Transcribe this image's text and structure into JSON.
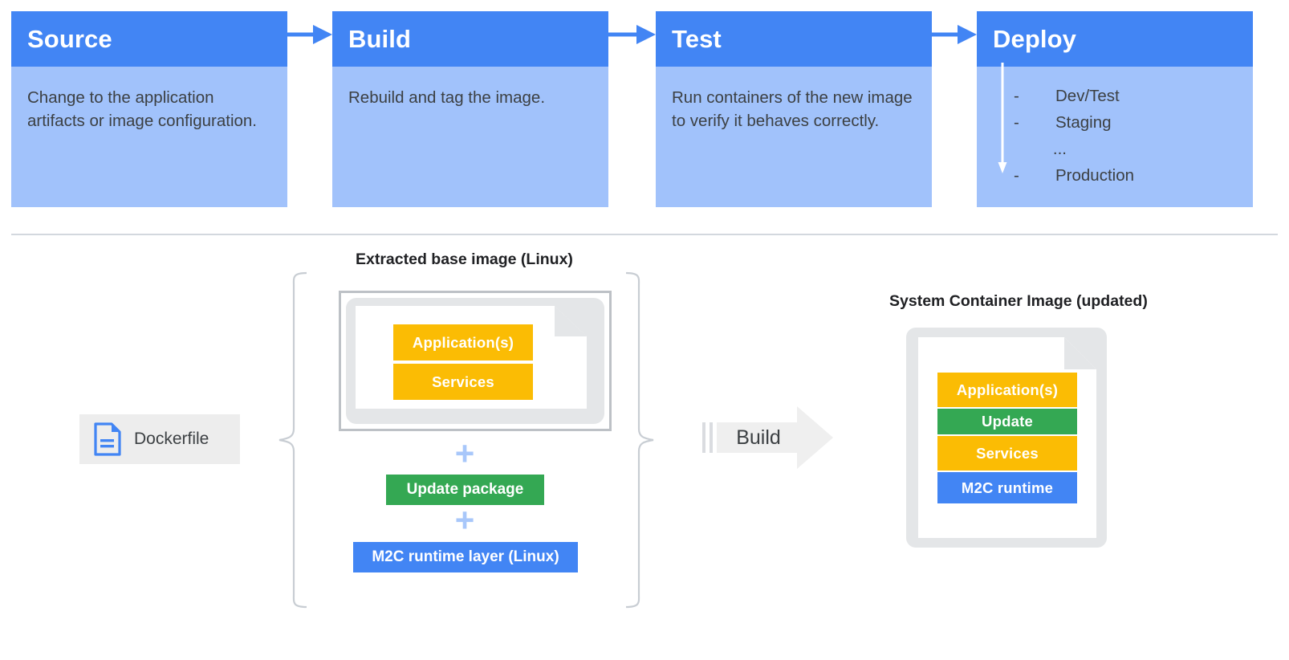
{
  "pipeline": {
    "cards": [
      {
        "title": "Source",
        "text": "Change to the application artifacts or image configuration."
      },
      {
        "title": "Build",
        "text": "Rebuild and tag the image."
      },
      {
        "title": "Test",
        "text": "Run containers of the new image to verify it behaves correctly."
      },
      {
        "title": "Deploy",
        "text": ""
      }
    ],
    "deploy_items": [
      {
        "marker": "-",
        "label": "Dev/Test"
      },
      {
        "marker": "-",
        "label": "Staging"
      },
      {
        "marker": "...",
        "label": ""
      },
      {
        "marker": "-",
        "label": "Production"
      }
    ]
  },
  "diagram": {
    "left_caption": "Extracted base image (Linux)",
    "right_caption": "System Container Image (updated)",
    "dockerfile_label": "Dockerfile",
    "build_label": "Build",
    "base_layers": [
      {
        "label": "Application(s)",
        "color": "#FBBC04"
      },
      {
        "label": "Services",
        "color": "#FBBC04"
      }
    ],
    "addends": [
      {
        "label": "Update package",
        "color": "#34A853"
      },
      {
        "label": "M2C runtime layer (Linux)",
        "color": "#4285F4"
      }
    ],
    "plus_symbol": "+",
    "result_layers": [
      {
        "label": "Application(s)",
        "color": "#FBBC04"
      },
      {
        "label": "Update",
        "color": "#34A853"
      },
      {
        "label": "Services",
        "color": "#FBBC04"
      },
      {
        "label": "M2C runtime",
        "color": "#4285F4"
      }
    ]
  },
  "colors": {
    "header_blue": "#4285F4",
    "body_blue": "#A1C2FB",
    "yellow": "#FBBC04",
    "green": "#34A853",
    "blue": "#4285F4",
    "plus_blue": "#A8C7FA",
    "gray": "#E4E6E8",
    "divider": "#D3D8DE"
  }
}
